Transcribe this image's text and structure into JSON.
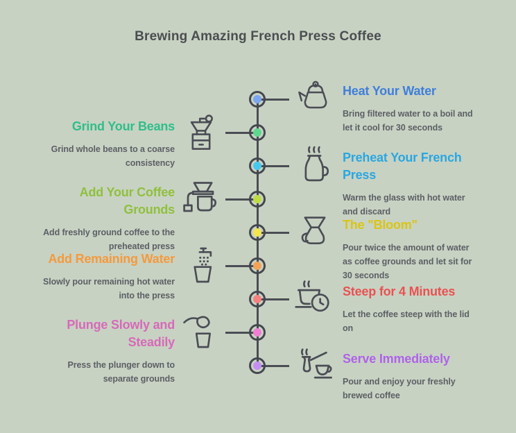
{
  "title": "Brewing Amazing French Press Coffee",
  "background_color": "#c8d2c3",
  "line_color": "#4a4d54",
  "title_color": "#4b4e50",
  "body_text_color": "#5c6065",
  "steps": [
    {
      "side": "right",
      "heading": "Heat Your Water",
      "body": "Bring filtered water to a boil and\nlet it cool for 30 seconds",
      "heading_color": "#3f7fd9",
      "node_color": "#7aa6f2",
      "icon": "kettle-icon"
    },
    {
      "side": "left",
      "heading": "Grind Your Beans",
      "body": "Grind whole beans to a coarse\nconsistency",
      "heading_color": "#2fbe8a",
      "node_color": "#5ed88f",
      "icon": "coffee-grinder-icon"
    },
    {
      "side": "right",
      "heading": "Preheat Your French\nPress",
      "body": "Warm the glass with hot water\nand discard",
      "heading_color": "#2aa7e0",
      "node_color": "#49c8ee",
      "icon": "french-press-icon"
    },
    {
      "side": "left",
      "heading": "Add Your Coffee\nGrounds",
      "body": "Add freshly ground coffee to the\npreheated press",
      "heading_color": "#8fc03d",
      "node_color": "#c0dc45",
      "icon": "dripper-mug-icon"
    },
    {
      "side": "right",
      "heading": "The \"Bloom\"",
      "body": "Pour twice the amount of water\nas coffee grounds and let sit for\n30 seconds",
      "heading_color": "#d9c514",
      "node_color": "#f5e44e",
      "icon": "pour-over-icon"
    },
    {
      "side": "left",
      "heading": "Add Remaining Water",
      "body": "Slowly pour remaining hot water\ninto the press",
      "heading_color": "#f49a3d",
      "node_color": "#f3a257",
      "icon": "faucet-water-icon"
    },
    {
      "side": "right",
      "heading": "Steep for 4 Minutes",
      "body": "Let the coffee steep with the lid\non",
      "heading_color": "#e85252",
      "node_color": "#f58181",
      "icon": "cup-clock-icon"
    },
    {
      "side": "left",
      "heading": "Plunge Slowly and\nSteadily",
      "body": "Press the plunger down to\nseparate grounds",
      "heading_color": "#d66ab8",
      "node_color": "#f07ed2",
      "icon": "plunge-hand-icon"
    },
    {
      "side": "right",
      "heading": "Serve Immediately",
      "body": "Pour and enjoy your freshly\nbrewed coffee",
      "heading_color": "#ae63e8",
      "node_color": "#c48ff2",
      "icon": "serve-pot-icon"
    }
  ]
}
